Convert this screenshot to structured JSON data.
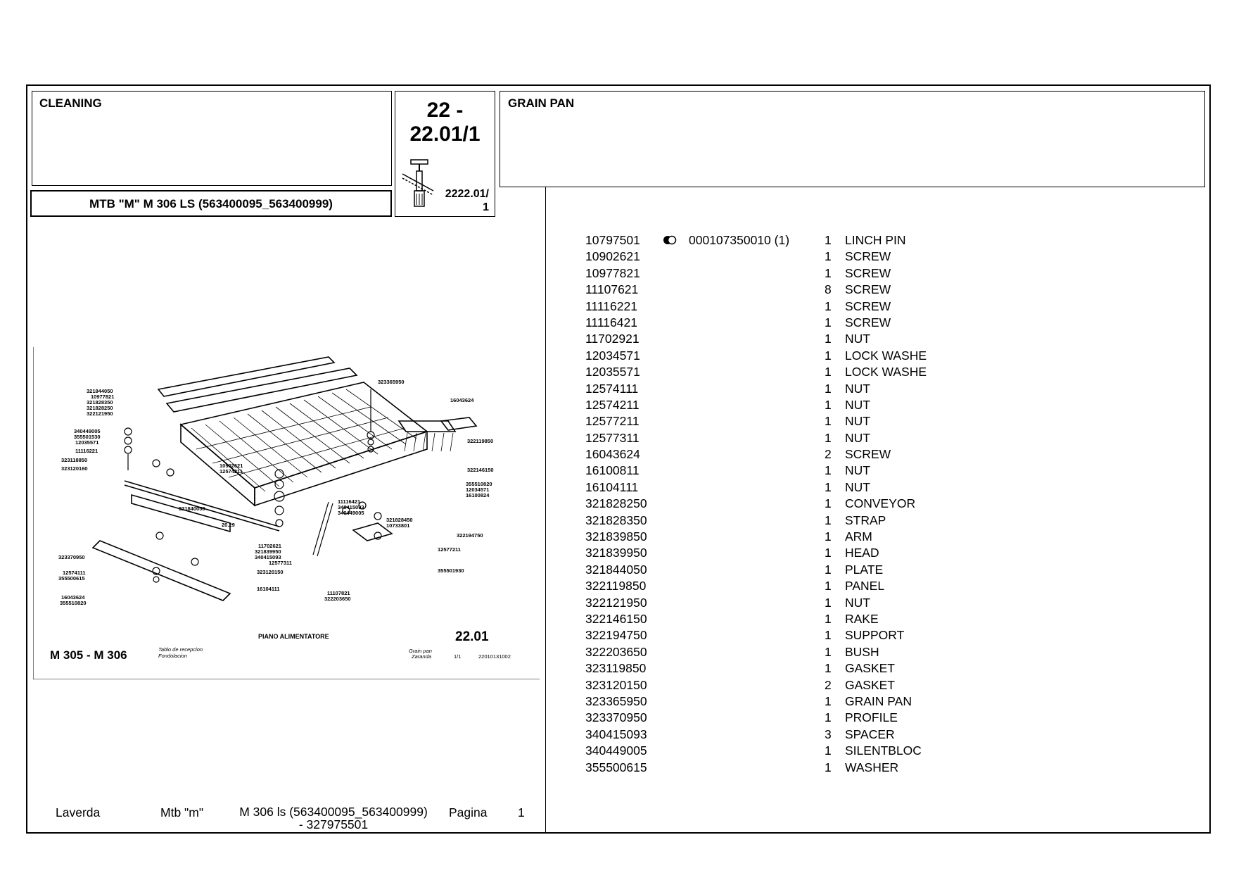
{
  "header": {
    "section_title": "CLEANING",
    "group_code": "22 -\n22.01/1",
    "ref_code": "2222.01/\n1",
    "description_title": "GRAIN PAN",
    "model_title": "MTB \"M\" M 306 LS (563400095_563400999)"
  },
  "drawing": {
    "title_left": "M 305 - M 306",
    "caption_italian": "PIANO ALIMENTATORE",
    "page_ref": "22.01",
    "small_it": "Tablo de recepcion",
    "small_fr": "Fondolacion",
    "small_en": "Grain pan",
    "small_es": "Zaranda",
    "sheet": "1/1",
    "doc_no": "22010131002",
    "labels": [
      "321844050",
      "10977821",
      "321828350",
      "321828250",
      "322121950",
      "340449005",
      "355501530",
      "12035571",
      "11116221",
      "323118850",
      "323120160",
      "10902621",
      "12574211",
      "323365950",
      "16043624",
      "322119850",
      "322146150",
      "355510820",
      "12034571",
      "16100824",
      "321840050",
      "20.29",
      "11116421",
      "340415093",
      "340449005",
      "321828450",
      "10733801",
      "322194750",
      "12577211",
      "355501930",
      "11702621",
      "321839950",
      "340415093",
      "12577311",
      "323120150",
      "16104111",
      "11107821",
      "322203650",
      "323370950",
      "12574111",
      "355500615",
      "16043624",
      "355510820"
    ]
  },
  "parts": [
    {
      "code": "10797501",
      "alt": "000107350010  (1)",
      "qty": "1",
      "name": "LINCH PIN",
      "marker": true
    },
    {
      "code": "10902621",
      "alt": "",
      "qty": "1",
      "name": "SCREW"
    },
    {
      "code": "10977821",
      "alt": "",
      "qty": "1",
      "name": "SCREW"
    },
    {
      "code": "11107621",
      "alt": "",
      "qty": "8",
      "name": "SCREW"
    },
    {
      "code": "11116221",
      "alt": "",
      "qty": "1",
      "name": "SCREW"
    },
    {
      "code": "11116421",
      "alt": "",
      "qty": "1",
      "name": "SCREW"
    },
    {
      "code": "11702921",
      "alt": "",
      "qty": "1",
      "name": "NUT"
    },
    {
      "code": "12034571",
      "alt": "",
      "qty": "1",
      "name": "LOCK WASHE"
    },
    {
      "code": "12035571",
      "alt": "",
      "qty": "1",
      "name": "LOCK WASHE"
    },
    {
      "code": "12574111",
      "alt": "",
      "qty": "1",
      "name": "NUT"
    },
    {
      "code": "12574211",
      "alt": "",
      "qty": "1",
      "name": "NUT"
    },
    {
      "code": "12577211",
      "alt": "",
      "qty": "1",
      "name": "NUT"
    },
    {
      "code": "12577311",
      "alt": "",
      "qty": "1",
      "name": "NUT"
    },
    {
      "code": "16043624",
      "alt": "",
      "qty": "2",
      "name": "SCREW"
    },
    {
      "code": "16100811",
      "alt": "",
      "qty": "1",
      "name": "NUT"
    },
    {
      "code": "16104111",
      "alt": "",
      "qty": "1",
      "name": "NUT"
    },
    {
      "code": "321828250",
      "alt": "",
      "qty": "1",
      "name": "CONVEYOR"
    },
    {
      "code": "321828350",
      "alt": "",
      "qty": "1",
      "name": "STRAP"
    },
    {
      "code": "321839850",
      "alt": "",
      "qty": "1",
      "name": "ARM"
    },
    {
      "code": "321839950",
      "alt": "",
      "qty": "1",
      "name": "HEAD"
    },
    {
      "code": "321844050",
      "alt": "",
      "qty": "1",
      "name": "PLATE"
    },
    {
      "code": "322119850",
      "alt": "",
      "qty": "1",
      "name": "PANEL"
    },
    {
      "code": "322121950",
      "alt": "",
      "qty": "1",
      "name": "NUT"
    },
    {
      "code": "322146150",
      "alt": "",
      "qty": "1",
      "name": "RAKE"
    },
    {
      "code": "322194750",
      "alt": "",
      "qty": "1",
      "name": "SUPPORT"
    },
    {
      "code": "322203650",
      "alt": "",
      "qty": "1",
      "name": "BUSH"
    },
    {
      "code": "323119850",
      "alt": "",
      "qty": "1",
      "name": "GASKET"
    },
    {
      "code": "323120150",
      "alt": "",
      "qty": "2",
      "name": "GASKET"
    },
    {
      "code": "323365950",
      "alt": "",
      "qty": "1",
      "name": "GRAIN PAN"
    },
    {
      "code": "323370950",
      "alt": "",
      "qty": "1",
      "name": "PROFILE"
    },
    {
      "code": "340415093",
      "alt": "",
      "qty": "3",
      "name": "SPACER"
    },
    {
      "code": "340449005",
      "alt": "",
      "qty": "1",
      "name": "SILENTBLOC"
    },
    {
      "code": "355500615",
      "alt": "",
      "qty": "1",
      "name": "WASHER"
    }
  ],
  "footer": {
    "brand": "Laverda",
    "series": "Mtb \"m\"",
    "model_line1": "M 306 ls (563400095_563400999)",
    "model_line2": "- 327975501",
    "page_label": "Pagina",
    "page_number": "1"
  }
}
